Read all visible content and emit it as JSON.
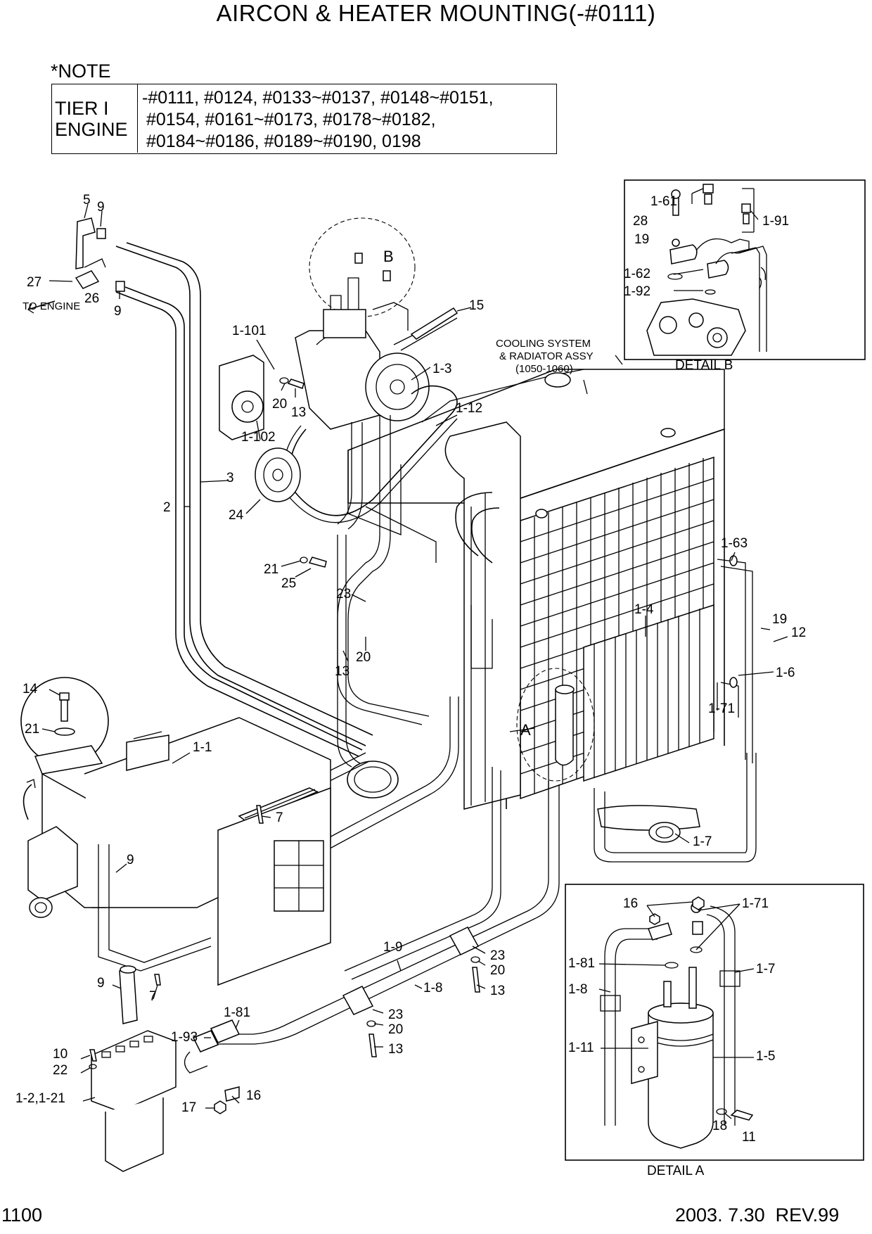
{
  "title": "AIRCON & HEATER MOUNTING(-#0111)",
  "note": {
    "label": "*NOTE",
    "row_head_1": "TIER I",
    "row_head_2": "ENGINE",
    "lines": [
      "-#0111, #0124, #0133~#0137, #0148~#0151,",
      "#0154, #0161~#0173, #0178~#0182,",
      "#0184~#0186, #0189~#0190, 0198"
    ]
  },
  "annotations": {
    "cooling_line1": "COOLING SYSTEM",
    "cooling_line2": "& RADIATOR ASSY",
    "cooling_line3": "(1050-1060)",
    "to_engine": "TO ENGINE",
    "detail_a": "DETAIL A",
    "detail_b": "DETAIL B",
    "marker_a": "A",
    "marker_b": "B"
  },
  "callouts": [
    "5",
    "9",
    "27",
    "26",
    "9",
    "1-101",
    "20",
    "13",
    "1-3",
    "15",
    "1-12",
    "1-102",
    "24",
    "3",
    "2",
    "21",
    "25",
    "23",
    "13",
    "20",
    "1-63",
    "1-4",
    "19",
    "12",
    "1-6",
    "1-71",
    "14",
    "21",
    "1-1",
    "7",
    "9",
    "9",
    "7",
    "1-9",
    "1-8",
    "23",
    "20",
    "13",
    "23",
    "20",
    "13",
    "1-81",
    "1-93",
    "10",
    "22",
    "1-2,1-21",
    "17",
    "16",
    "1-7",
    "1-61",
    "28",
    "19",
    "1-91",
    "1-62",
    "1-92",
    "16",
    "1-71",
    "1-81",
    "1-7",
    "1-8",
    "1-11",
    "1-5",
    "18",
    "11"
  ],
  "footer": {
    "page": "1100",
    "date": "2003. 7.30",
    "rev": "REV.99"
  }
}
